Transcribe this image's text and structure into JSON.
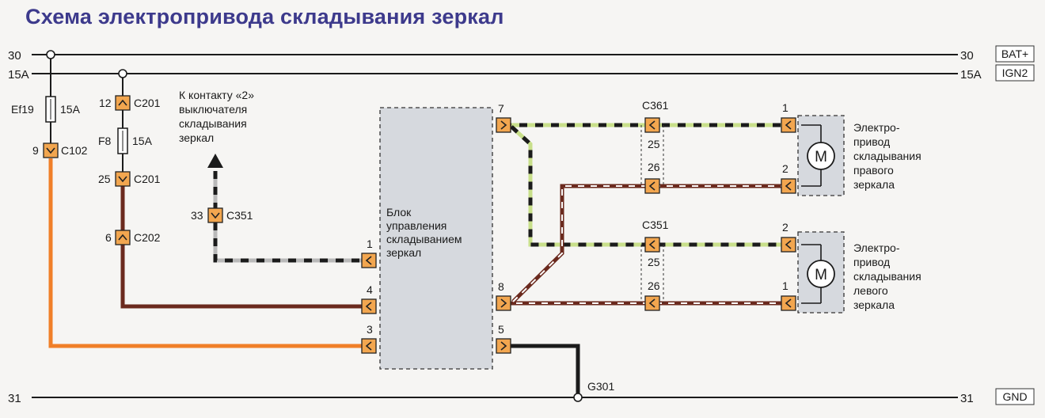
{
  "title": "Схема электропривода складывания зеркал",
  "rails": {
    "bat": {
      "left": "30",
      "right": "30",
      "tag": "BAT+"
    },
    "ign": {
      "left": "15A",
      "right": "15A",
      "tag": "IGN2"
    },
    "gnd": {
      "left": "31",
      "right": "31",
      "tag": "GND"
    }
  },
  "fuses": {
    "ef19": {
      "name": "Ef19",
      "rating": "15A"
    },
    "f8": {
      "name": "F8",
      "rating": "15A"
    }
  },
  "connectors": {
    "c102": {
      "pin": "9",
      "name": "C102"
    },
    "c201_top": {
      "pin": "12",
      "name": "C201"
    },
    "c201_bot": {
      "pin": "25",
      "name": "C201"
    },
    "c202": {
      "pin": "6",
      "name": "C202"
    },
    "c351_sw": {
      "pin": "33",
      "name": "C351"
    },
    "c361": {
      "name": "C361",
      "pin_a": "25",
      "pin_b": "26"
    },
    "c351": {
      "name": "C351",
      "pin_a": "25",
      "pin_b": "26"
    }
  },
  "switch_note": [
    "К контакту «2»",
    "выключателя",
    "складывания",
    "зеркал"
  ],
  "control_unit": {
    "label": [
      "Блок",
      "управления",
      "складыванием",
      "зеркал"
    ],
    "pins": {
      "p1": "1",
      "p4": "4",
      "p3": "3",
      "p7": "7",
      "p8": "8",
      "p5": "5"
    }
  },
  "ground": "G301",
  "motors": {
    "right": {
      "symbol": "M",
      "pin_top": "1",
      "pin_bot": "2",
      "label": [
        "Электро-",
        "привод",
        "складывания",
        "правого",
        "зеркала"
      ]
    },
    "left": {
      "symbol": "M",
      "pin_top": "2",
      "pin_bot": "1",
      "label": [
        "Электро-",
        "привод",
        "складывания",
        "левого",
        "зеркала"
      ]
    }
  },
  "colors": {
    "title": "#3d3a8c",
    "wire_orange": "#f07f28",
    "wire_brown": "#6b2a1e",
    "wire_green": "#c8df8a",
    "wire_gray": "#b9b9b9",
    "wire_black": "#1b1b1b",
    "connector_fill": "#f2a64f",
    "module_fill": "#d6d9de"
  }
}
